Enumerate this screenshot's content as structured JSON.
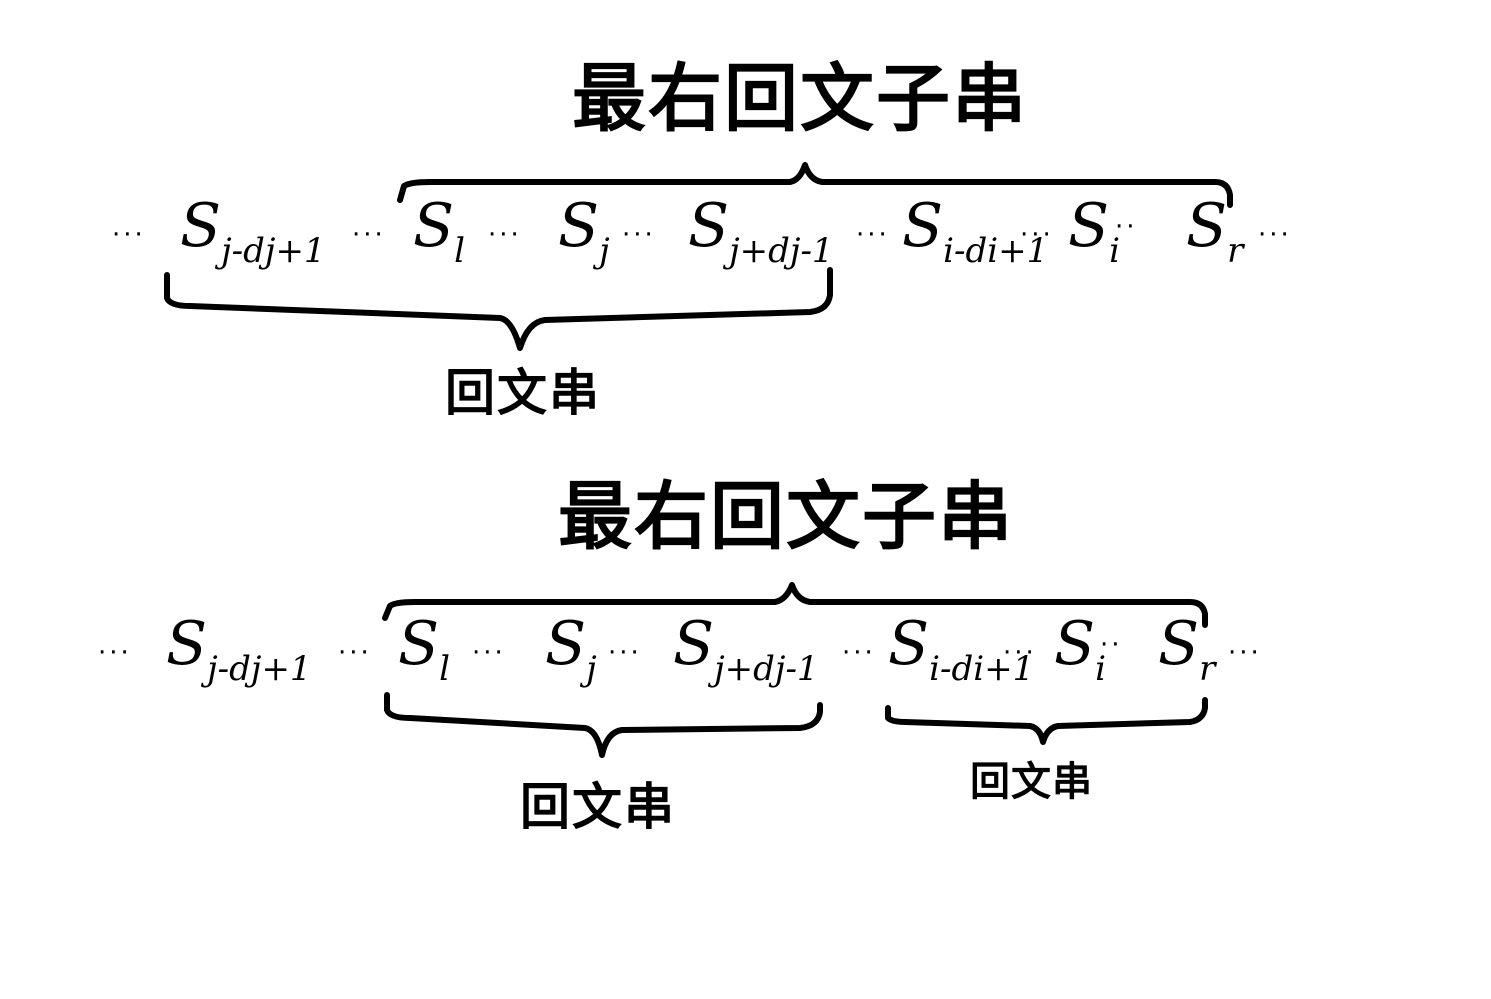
{
  "diagrams": [
    {
      "top_label": "最右回文子串",
      "sequence": {
        "lead_dots": "···",
        "s_jdj1_base": "S",
        "s_jdj1_sub": "j-dj+1",
        "dots_a": "···",
        "s_l_base": "S",
        "s_l_sub": "l",
        "dots_b": "···",
        "s_j_base": "S",
        "s_j_sub": "j",
        "dots_c": "···",
        "s_jdj_base": "S",
        "s_jdj_sub": "j+dj-1",
        "dots_d": "···",
        "s_idi_base": "S",
        "s_idi_sub": "i-di+1",
        "dots_e": "···",
        "s_i_base": "S",
        "s_i_sub": "i",
        "dots_f": "··",
        "s_r_base": "S",
        "s_r_sub": "r",
        "trail_dots": "···"
      },
      "bottom_labels": [
        "回文串"
      ]
    },
    {
      "top_label": "最右回文子串",
      "sequence": {
        "lead_dots": "···",
        "s_jdj1_base": "S",
        "s_jdj1_sub": "j-dj+1",
        "dots_a": "···",
        "s_l_base": "S",
        "s_l_sub": "l",
        "dots_b": "···",
        "s_j_base": "S",
        "s_j_sub": "j",
        "dots_c": "···",
        "s_jdj_base": "S",
        "s_jdj_sub": "j+dj-1",
        "dots_d": "···",
        "s_idi_base": "S",
        "s_idi_sub": "i-di+1",
        "dots_e": "···",
        "s_i_base": "S",
        "s_i_sub": "i",
        "dots_f": "··",
        "s_r_base": "S",
        "s_r_sub": "r",
        "trail_dots": "···"
      },
      "bottom_labels": [
        "回文串",
        "回文串"
      ]
    }
  ]
}
